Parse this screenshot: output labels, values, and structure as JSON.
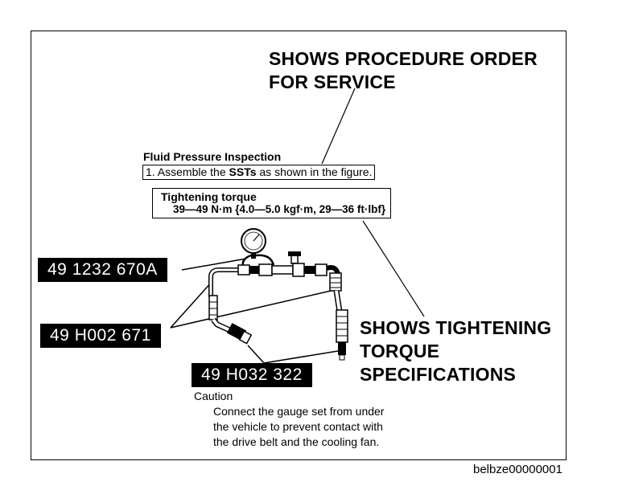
{
  "callouts": {
    "procedure_order": [
      "SHOWS PROCEDURE ORDER",
      "FOR SERVICE"
    ],
    "tightening_torque": [
      "SHOWS TIGHTENING",
      "TORQUE",
      "SPECIFICATIONS"
    ]
  },
  "manual": {
    "section_title": "Fluid Pressure Inspection",
    "step": {
      "prefix": "1. Assemble the ",
      "emphasis": "SSTs",
      "suffix": " as shown in the figure."
    },
    "torque": {
      "title": "Tightening torque",
      "value": "39—49 N·m {4.0—5.0 kgf·m, 29—36 ft·lbf}"
    },
    "parts": [
      "49 1232 670A",
      "49 H002 671",
      "49 H032 322"
    ],
    "caution": {
      "title": "Caution",
      "lines": [
        "Connect the gauge set from under",
        "the vehicle to prevent contact with",
        "the drive belt and the cooling fan."
      ]
    }
  },
  "figure_id": "belbze00000001",
  "icons": [
    "pressure-gauge-icon",
    "valve-icon",
    "hose-icon"
  ]
}
